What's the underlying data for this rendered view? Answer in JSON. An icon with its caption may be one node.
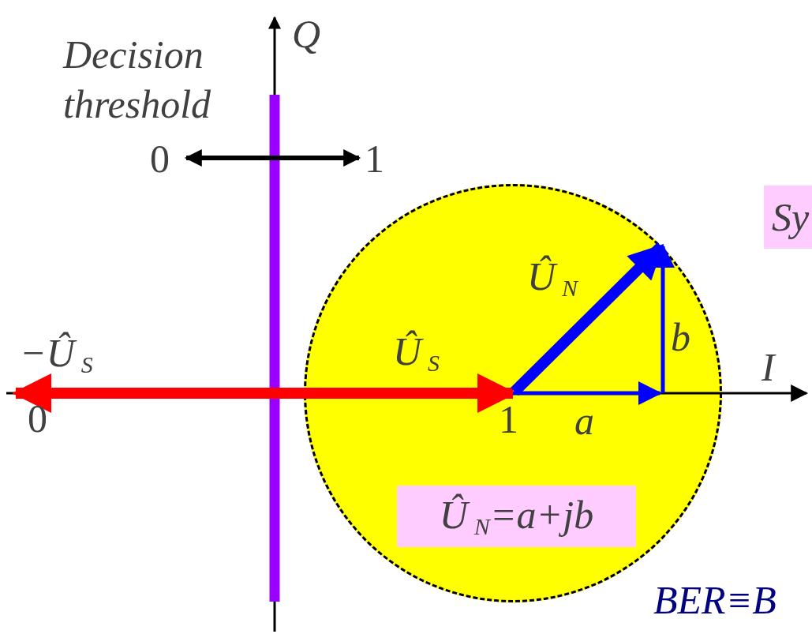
{
  "diagram": {
    "nodes": [
      {
        "text": [],
        "shape": "circle"
      },
      {
        "text": [
          "Û$_{N}$=a+jb"
        ],
        "in": 0
      },
      {
        "text": [
          "Sy"
        ]
      }
    ],
    "labels": [
      "Decision threshold",
      "Q",
      "0",
      "1",
      "−Û$_{S}$",
      "0",
      "Û$_{S}$",
      "Û$_{N}$",
      "b",
      "I",
      "1",
      "a",
      "BER≡B"
    ]
  }
}
